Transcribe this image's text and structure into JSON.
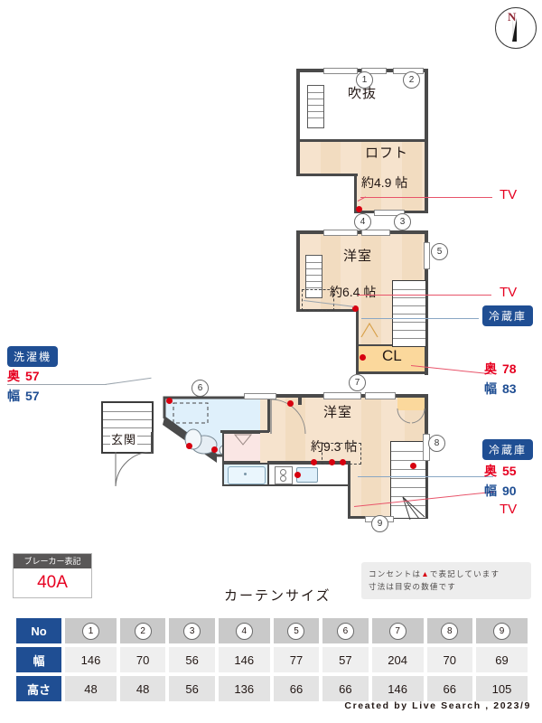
{
  "compass": {
    "north_label": "N"
  },
  "floors": {
    "upper": {
      "rooms": [
        {
          "name": "吹抜",
          "size": ""
        },
        {
          "name": "ロフト",
          "size": "約4.9 帖"
        }
      ],
      "markers": [
        "1",
        "2",
        "3",
        "4"
      ]
    },
    "middle": {
      "rooms": [
        {
          "name": "洋室",
          "size": "約6.4 帖"
        },
        {
          "name": "CL",
          "size": ""
        }
      ],
      "markers": [
        "5",
        "7"
      ]
    },
    "lower": {
      "rooms": [
        {
          "name": "洋室",
          "size": "約9.3 帖"
        },
        {
          "name": "玄関",
          "size": ""
        }
      ],
      "markers": [
        "6",
        "8",
        "9"
      ]
    }
  },
  "callouts": {
    "tv_loft": "TV",
    "tv_middle": "TV",
    "tv_lower": "TV",
    "washer": {
      "chip": "洗濯機",
      "depth_label": "奥",
      "depth": "57",
      "width_label": "幅",
      "width": "57"
    },
    "fridge_middle": {
      "chip": "冷蔵庫",
      "depth_label": "奥",
      "depth": "78",
      "width_label": "幅",
      "width": "83"
    },
    "fridge_lower": {
      "chip": "冷蔵庫",
      "depth_label": "奥",
      "depth": "55",
      "width_label": "幅",
      "width": "90"
    }
  },
  "breaker": {
    "title": "ブレーカー表記",
    "value": "40A"
  },
  "note": {
    "line1_pre": "コンセントは",
    "line1_tri": "▲",
    "line1_post": "で表記しています",
    "line2": "寸法は目安の数値です"
  },
  "curtain": {
    "title": "カーテンサイズ",
    "row_labels": {
      "no": "No",
      "width": "幅",
      "height": "高さ"
    },
    "numbers": [
      "1",
      "2",
      "3",
      "4",
      "5",
      "6",
      "7",
      "8",
      "9"
    ],
    "widths": [
      "146",
      "70",
      "56",
      "146",
      "77",
      "57",
      "204",
      "70",
      "69"
    ],
    "heights": [
      "48",
      "48",
      "56",
      "136",
      "66",
      "66",
      "146",
      "66",
      "105"
    ]
  },
  "credit": "Created by Live Search , 2023/9",
  "colors": {
    "accent_blue": "#1f4e93",
    "accent_red": "#e60020",
    "floor_beige": "#f6e3cd",
    "closet_yellow": "#fbd89c",
    "water_blue": "#dff0fb",
    "wall": "#4a4a4a"
  }
}
